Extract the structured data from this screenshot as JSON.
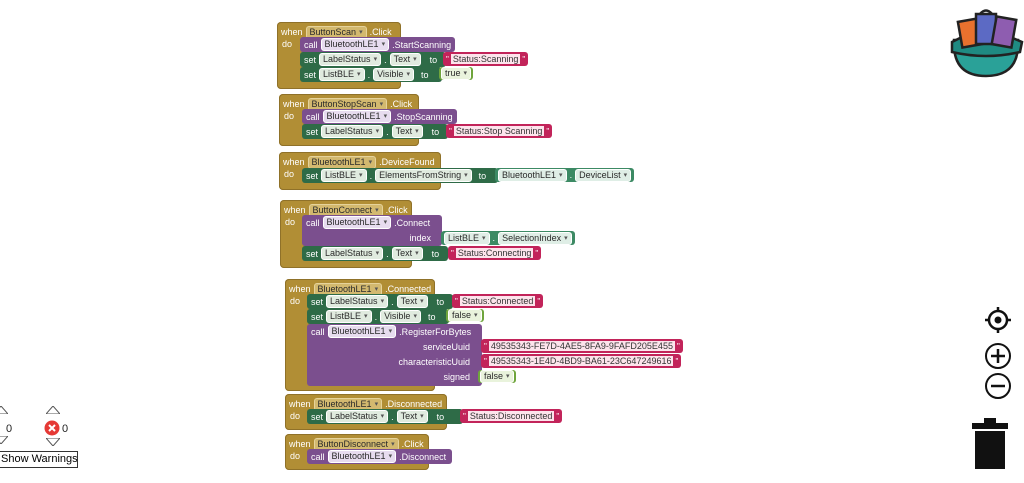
{
  "keywords": {
    "when": "when",
    "do": "do",
    "call": "call",
    "set": "set",
    "to": "to"
  },
  "blocks": {
    "scan": {
      "component": "ButtonScan",
      "event": ".Click",
      "call_component": "BluetoothLE1",
      "call_method": ".StartScanning",
      "set1_component": "LabelStatus",
      "set1_prop": "Text",
      "set1_value": "Status:Scanning",
      "set2_component": "ListBLE",
      "set2_prop": "Visible",
      "set2_value": "true"
    },
    "stopscan": {
      "component": "ButtonStopScan",
      "event": ".Click",
      "call_component": "BluetoothLE1",
      "call_method": ".StopScanning",
      "set1_component": "LabelStatus",
      "set1_prop": "Text",
      "set1_value": "Status:Stop Scanning"
    },
    "found": {
      "component": "BluetoothLE1",
      "event": ".DeviceFound",
      "set_component": "ListBLE",
      "set_prop": "ElementsFromString",
      "value_component": "BluetoothLE1",
      "value_prop": "DeviceList"
    },
    "connect": {
      "component": "ButtonConnect",
      "event": ".Click",
      "call_component": "BluetoothLE1",
      "call_method": ".Connect",
      "arg_label": "index",
      "arg_component": "ListBLE",
      "arg_prop": "SelectionIndex",
      "set1_component": "LabelStatus",
      "set1_prop": "Text",
      "set1_value": "Status:Connecting"
    },
    "connected": {
      "component": "BluetoothLE1",
      "event": ".Connected",
      "set1_component": "LabelStatus",
      "set1_prop": "Text",
      "set1_value": "Status:Connected",
      "set2_component": "ListBLE",
      "set2_prop": "Visible",
      "set2_value": "false",
      "call_component": "BluetoothLE1",
      "call_method": ".RegisterForBytes",
      "arg1_label": "serviceUuid",
      "arg1_value": "49535343-FE7D-4AE5-8FA9-9FAFD205E455",
      "arg2_label": "characteristicUuid",
      "arg2_value": "49535343-1E4D-4BD9-BA61-23C647249616",
      "arg3_label": "signed",
      "arg3_value": "false"
    },
    "disconnected": {
      "component": "BluetoothLE1",
      "event": ".Disconnected",
      "set1_component": "LabelStatus",
      "set1_prop": "Text",
      "set1_value": "Status:Disconnected"
    },
    "disconnect": {
      "component": "ButtonDisconnect",
      "event": ".Click",
      "call_component": "BluetoothLE1",
      "call_method": ".Disconnect"
    }
  },
  "warnings": {
    "warning_count": "0",
    "error_count": "0",
    "toggle_label": "Show Warnings"
  },
  "colors": {
    "event_block": "#b18e35",
    "set_block": "#2e6b47",
    "call_block": "#7b4f8e",
    "text_block": "#c2245a",
    "logic_block": "#6fa53c"
  },
  "icons": {
    "backpack": "backpack-icon",
    "center": "target-icon",
    "zoom_in": "zoom-in-icon",
    "zoom_out": "zoom-out-icon",
    "trash": "trash-icon"
  }
}
